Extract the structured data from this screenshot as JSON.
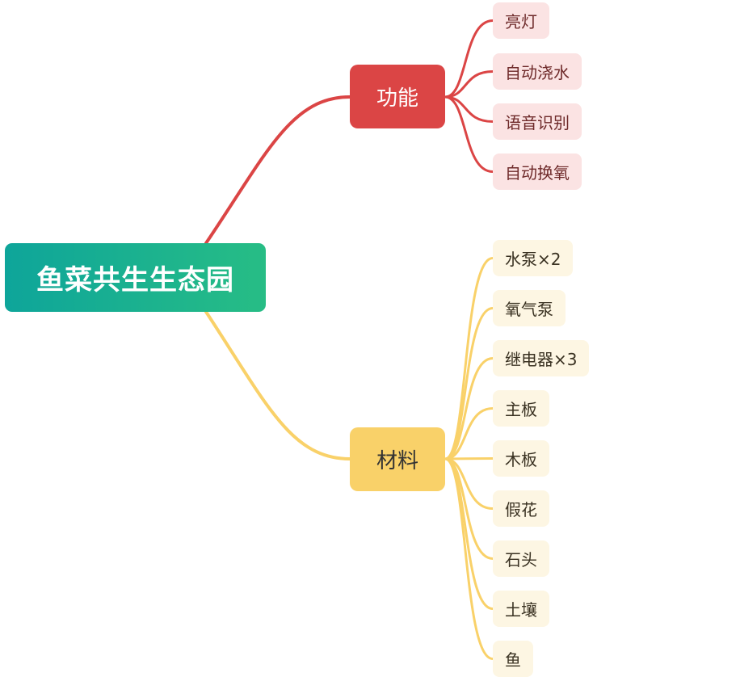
{
  "mindmap": {
    "root": {
      "label": "鱼菜共生生态园"
    },
    "branches": [
      {
        "label": "功能",
        "color": "#db4545",
        "leaf_bg": "#fbe3e3",
        "items": [
          "亮灯",
          "自动浇水",
          "语音识别",
          "自动换氧"
        ]
      },
      {
        "label": "材料",
        "color": "#f9d169",
        "leaf_bg": "#fdf6e3",
        "items": [
          "水泵×2",
          "氧气泵",
          "继电器×3",
          "主板",
          "木板",
          "假花",
          "石头",
          "土壤",
          "鱼"
        ]
      }
    ]
  }
}
